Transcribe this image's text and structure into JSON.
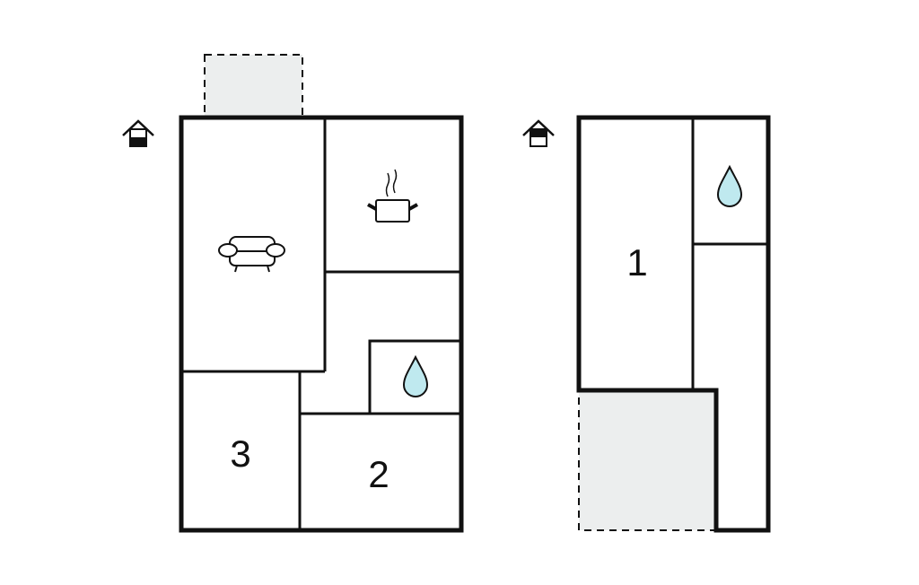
{
  "floors": [
    {
      "name": "ground-floor",
      "rooms": [
        {
          "type": "living-room",
          "icon": "sofa-icon"
        },
        {
          "type": "kitchen",
          "icon": "cooking-pot-icon"
        },
        {
          "type": "bathroom",
          "icon": "water-drop-icon"
        },
        {
          "type": "bedroom",
          "label": "3"
        },
        {
          "type": "bedroom",
          "label": "2"
        }
      ],
      "level_icon": "house-ground-floor-icon"
    },
    {
      "name": "upper-floor",
      "rooms": [
        {
          "type": "bedroom",
          "label": "1"
        },
        {
          "type": "bathroom",
          "icon": "water-drop-icon"
        }
      ],
      "level_icon": "house-upper-floor-icon"
    }
  ],
  "colors": {
    "wall": "#111111",
    "terrace": "#eceeee",
    "water": "#bfe9ef"
  }
}
